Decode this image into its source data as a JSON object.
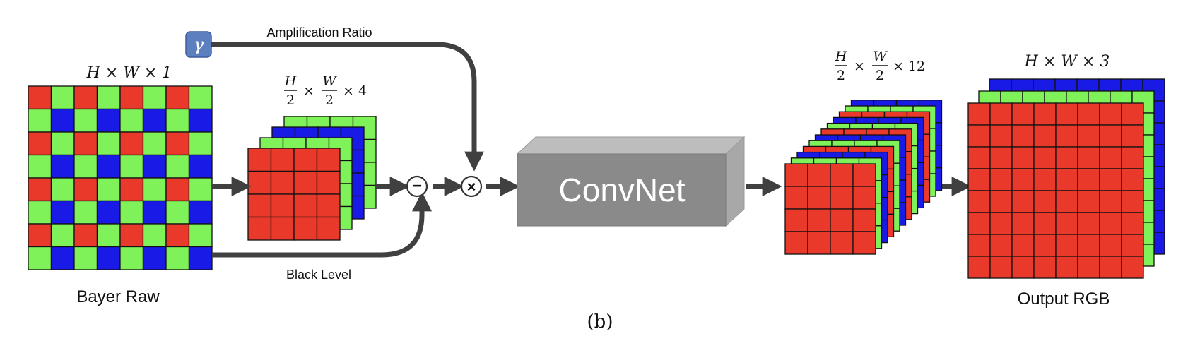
{
  "labels": {
    "gamma_symbol": "γ",
    "amplification_ratio": "Amplification Ratio",
    "black_level": "Black Level",
    "bayer_raw": "Bayer Raw",
    "output_rgb": "Output RGB",
    "convnet": "ConvNet",
    "caption": "(b)"
  },
  "dims": {
    "bayer": "H × W × 1",
    "output": "H × W × 3",
    "packed": {
      "h_num": "H",
      "w_num": "W",
      "den": "2",
      "times": "×",
      "channels": "× 4"
    },
    "features": {
      "h_num": "H",
      "w_num": "W",
      "den": "2",
      "times": "×",
      "channels": "× 12"
    }
  },
  "operators": {
    "subtract": "−",
    "multiply": "×"
  },
  "colors": {
    "red": "#e8392a",
    "green": "#7ff25a",
    "blue": "#1a1ae6",
    "gamma_box": "#5b7fbf",
    "arrow": "#404040",
    "convnet_front": "#8a8a8a",
    "convnet_top": "#bdbdbd",
    "convnet_side": "#a8a8a8"
  }
}
